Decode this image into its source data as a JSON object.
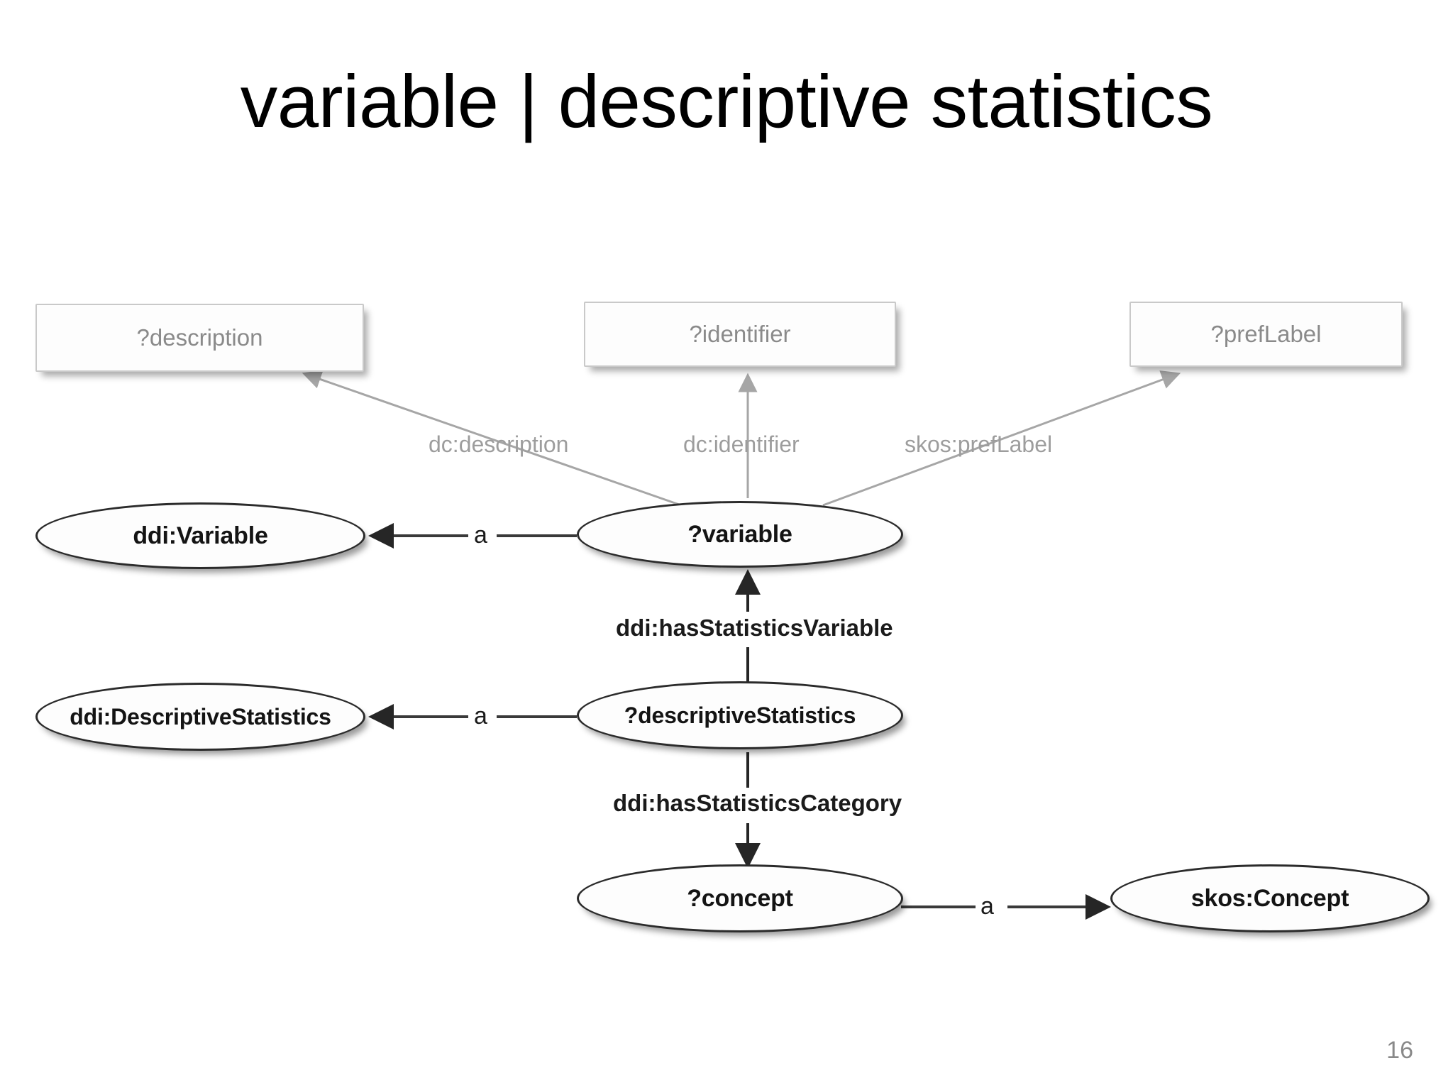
{
  "slide": {
    "title": "variable | descriptive statistics",
    "page_number": "16"
  },
  "colors": {
    "box_border": "#c9c9c9",
    "box_text": "#8a8a8a",
    "ellipse_border": "#2b2b2b",
    "ellipse_text": "#141414",
    "light_edge": "#9d9d9d",
    "dark_edge": "#1b1b1b",
    "background": "#ffffff",
    "page_number": "#898989"
  },
  "diagram": {
    "type": "rdf-graph",
    "boxes": [
      {
        "id": "description",
        "label": "?description"
      },
      {
        "id": "identifier",
        "label": "?identifier"
      },
      {
        "id": "prefLabel",
        "label": "?prefLabel"
      }
    ],
    "ellipses": [
      {
        "id": "ddiVariable",
        "label": "ddi:Variable"
      },
      {
        "id": "variable",
        "label": "?variable"
      },
      {
        "id": "ddiDescriptiveStats",
        "label": "ddi:DescriptiveStatistics"
      },
      {
        "id": "descriptiveStatistics",
        "label": "?descriptiveStatistics"
      },
      {
        "id": "concept",
        "label": "?concept"
      },
      {
        "id": "skosConcept",
        "label": "skos:Concept"
      }
    ],
    "edges": [
      {
        "id": "e1",
        "from": "variable",
        "to": "description",
        "label": "dc:description",
        "style": "light"
      },
      {
        "id": "e2",
        "from": "variable",
        "to": "identifier",
        "label": "dc:identifier",
        "style": "light"
      },
      {
        "id": "e3",
        "from": "variable",
        "to": "prefLabel",
        "label": "skos:prefLabel",
        "style": "light"
      },
      {
        "id": "e4",
        "from": "variable",
        "to": "ddiVariable",
        "label": "a",
        "style": "dark"
      },
      {
        "id": "e5",
        "from": "descriptiveStatistics",
        "to": "variable",
        "label": "ddi:hasStatisticsVariable",
        "style": "dark"
      },
      {
        "id": "e6",
        "from": "descriptiveStatistics",
        "to": "ddiDescriptiveStats",
        "label": "a",
        "style": "dark"
      },
      {
        "id": "e7",
        "from": "descriptiveStatistics",
        "to": "concept",
        "label": "ddi:hasStatisticsCategory",
        "style": "dark"
      },
      {
        "id": "e8",
        "from": "concept",
        "to": "skosConcept",
        "label": "a",
        "style": "dark"
      }
    ]
  }
}
